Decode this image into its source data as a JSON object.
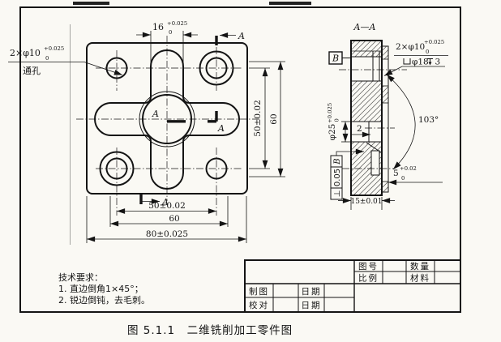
{
  "caption": "图 5.1.1　二维铣削加工零件图",
  "tech": {
    "t0": "技术要求：",
    "t1": "1. 直边倒角1×45°；",
    "t2": "2. 锐边倒钝，去毛刺。"
  },
  "front_view": {
    "callout_main": "2×φ10",
    "callout_tol_up": "+0.025",
    "callout_tol_dn": "0",
    "callout_sub": "通孔",
    "dim16": "16",
    "dim16_tol_up": "+0.025",
    "dim16_tol_dn": "0",
    "dim50_right": "50±0.02",
    "dim60_right": "60",
    "dim50_bottom": "50±0.02",
    "dim60_bottom": "60",
    "dim80_bottom": "80±0.025",
    "origin_label": "A",
    "cut_label_top": "A",
    "cut_label_mid": "A",
    "cut_label_bottom": "A"
  },
  "section_view": {
    "title": "A—A",
    "datum_label": "B",
    "cb_main": "2×φ10",
    "cb_tol_up": "+0.025",
    "cb_tol_dn": "0",
    "cb_dia": "φ18",
    "cb_depth": "3",
    "bore": "φ25",
    "bore_tol_up": "+0.025",
    "bore_tol_dn": "0",
    "dim_step": "2",
    "angle": "103°",
    "dim5": "5",
    "dim5_tol_up": "+0.02",
    "dim5_tol_dn": "0",
    "dim15": "15±0.01",
    "gdt_symbol": "⊥",
    "gdt_tol": "0.05",
    "gdt_datum": "B"
  },
  "title_block": {
    "r1c1": "图号",
    "r1c2": "数量",
    "r2c1": "比例",
    "r2c2": "材料",
    "r3c1": "制图",
    "r3c2": "日期",
    "r4c1": "校对",
    "r4c2": "日期"
  },
  "colors": {
    "ink": "#141414",
    "paper": "#faf9f4"
  }
}
